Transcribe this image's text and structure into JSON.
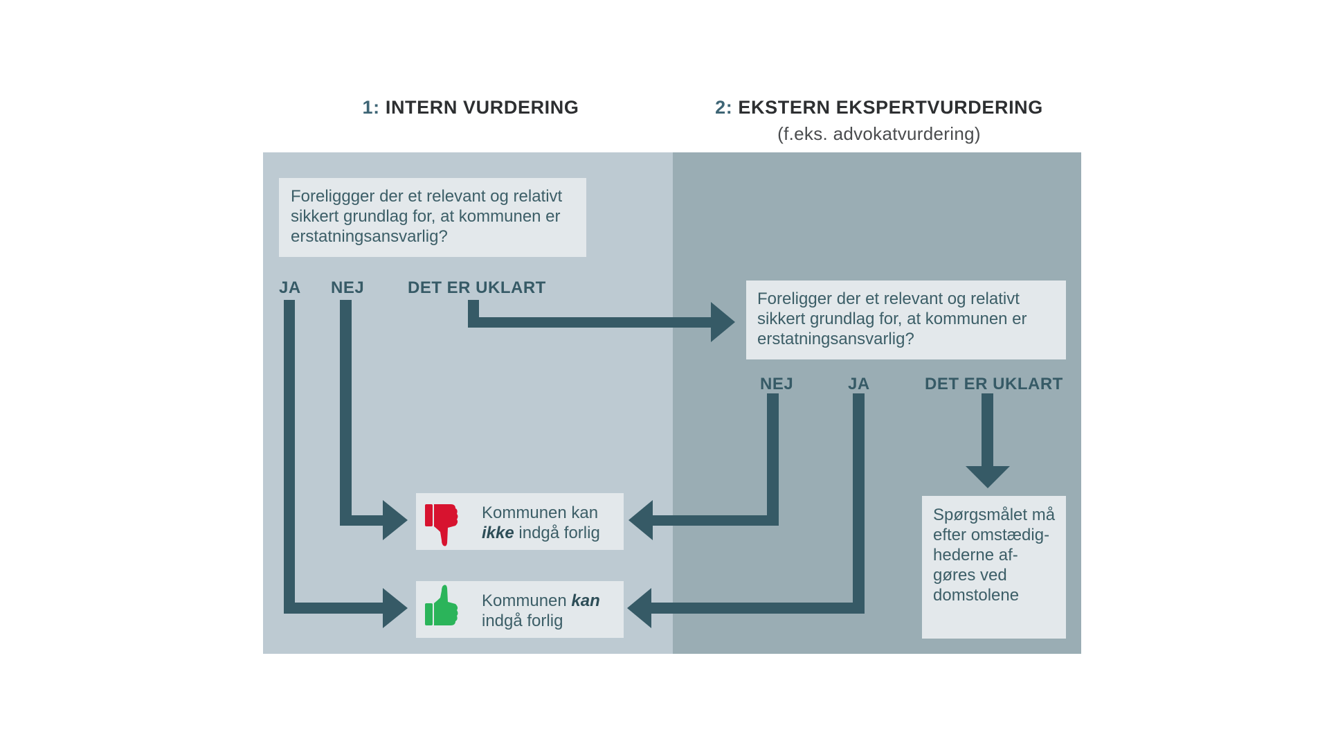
{
  "headings": {
    "left": {
      "number": "1:",
      "title": " INTERN VURDERING"
    },
    "right": {
      "number": "2:",
      "title": " EKSTERN EKSPERTVURDERING",
      "subtitle": "(f.eks. advokatvurdering)"
    }
  },
  "left_panel": {
    "question": "Foreliggger der et relevant og relativt sikkert grundlag for, at kommunen er erstatningsansvarlig?",
    "options": {
      "ja": "JA",
      "nej": "NEJ",
      "uklart": "DET ER UKLART"
    }
  },
  "right_panel": {
    "question": "Foreligger der et relevant og relativt sikkert grundlag for, at kommunen er erstatningsansvarlig?",
    "options": {
      "nej": "NEJ",
      "ja": "JA",
      "uklart": "DET ER UKLART"
    },
    "court_box": "Spørgsmålet må efter omstædig-hederne af-gøres ved domstolene"
  },
  "outcomes": {
    "negative": {
      "prefix": "Kommunen kan",
      "emphasis": "ikke",
      "suffix": " indgå forlig",
      "icon": "thumbs-down-icon",
      "color": "#d7132f"
    },
    "positive": {
      "prefix": "Kommunen ",
      "emphasis": "kan",
      "suffix": "indgå forlig",
      "icon": "thumbs-up-icon",
      "color": "#2bb45a"
    }
  },
  "colors": {
    "arrow": "#365a66",
    "left_panel": "#bdcad2",
    "right_panel": "#9aadb4",
    "box": "#e3e8eb"
  }
}
